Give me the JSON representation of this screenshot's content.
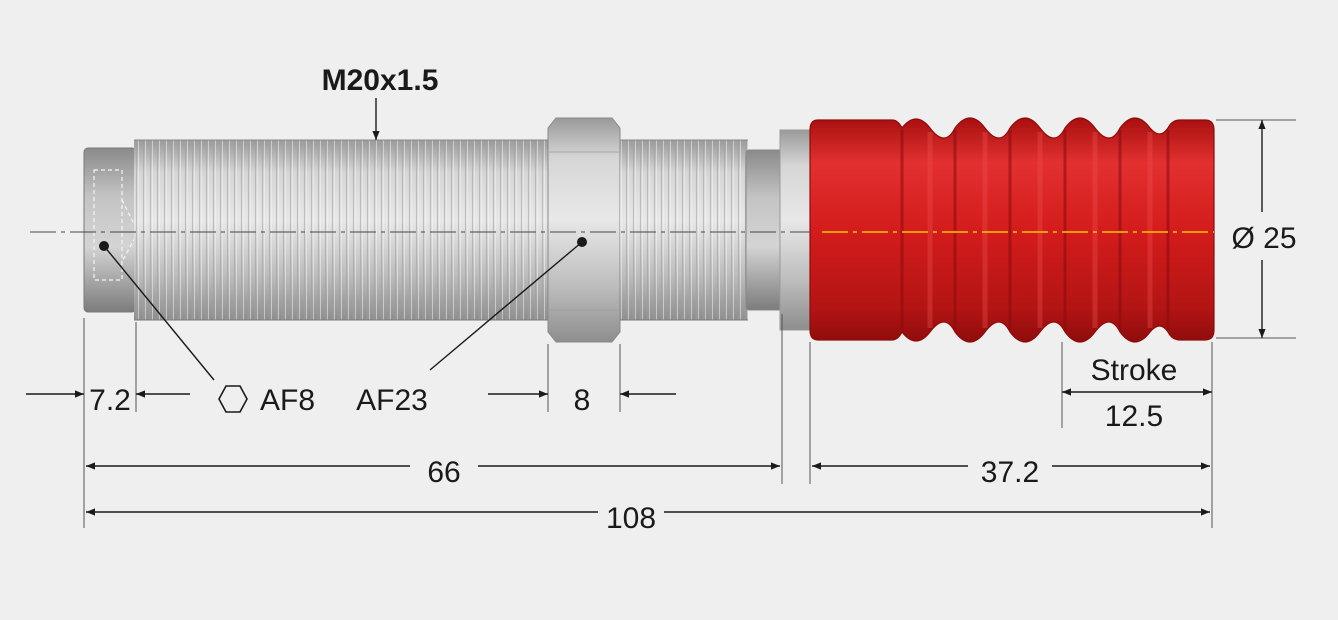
{
  "thread_label": "M20x1.5",
  "diameter_label": "Ø 25",
  "stroke_title": "Stroke",
  "stroke_value": "12.5",
  "hex_socket_label": "AF8",
  "nut_label": "AF23",
  "dims": {
    "end_length": "7.2",
    "nut_width": "8",
    "body_length": "66",
    "bellows_length": "37.2",
    "total_length": "108"
  },
  "colors": {
    "background": "#efefef",
    "steel": "#c9c9c9",
    "bellows_red": "#d42020",
    "dimension_lines": "#1a1a1a",
    "centerline_on_red": "#f5c400"
  }
}
